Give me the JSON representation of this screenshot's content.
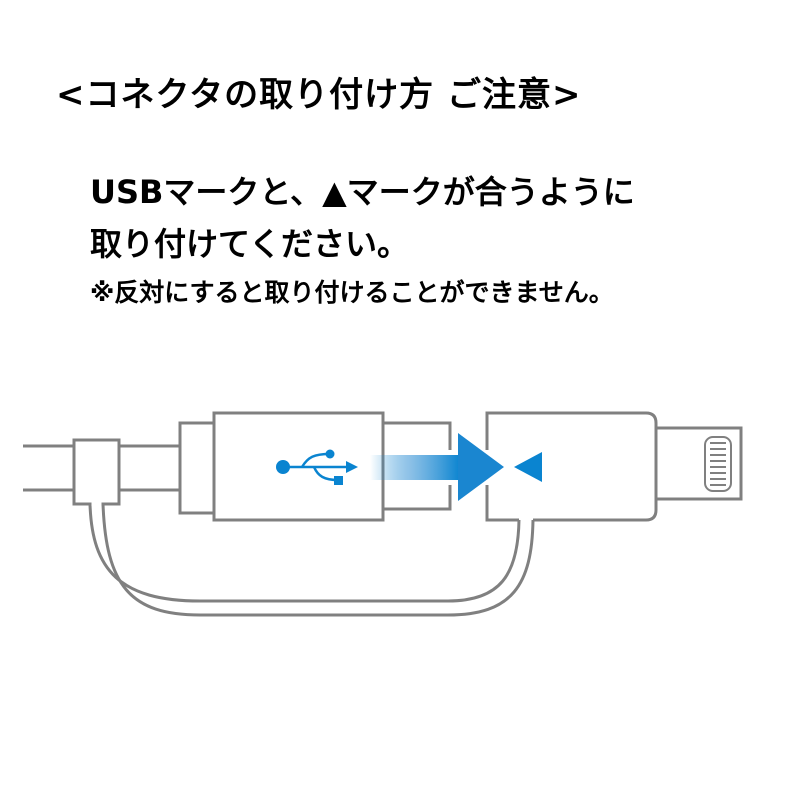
{
  "heading": {
    "title": "<コネクタの取り付け方 ご注意>"
  },
  "instructions": {
    "line1": "USBマークと、▲マークが合うように",
    "line2": "取り付けてください。",
    "note": "※反対にすると取り付けることができません。"
  },
  "diagram": {
    "description": "USB Type-A connector with attached Lightning adapter on a tether loop",
    "components": [
      {
        "name": "cable",
        "label": ""
      },
      {
        "name": "usb-a-connector",
        "mark": "usb-trident-icon"
      },
      {
        "name": "lightning-adapter",
        "mark": "triangle-marker-icon"
      },
      {
        "name": "lightning-plug",
        "label": ""
      }
    ],
    "arrow_direction": "right",
    "colors": {
      "outline": "#808080",
      "accent_blue": "#0a84d0",
      "background": "#ffffff",
      "text": "#000000"
    }
  }
}
